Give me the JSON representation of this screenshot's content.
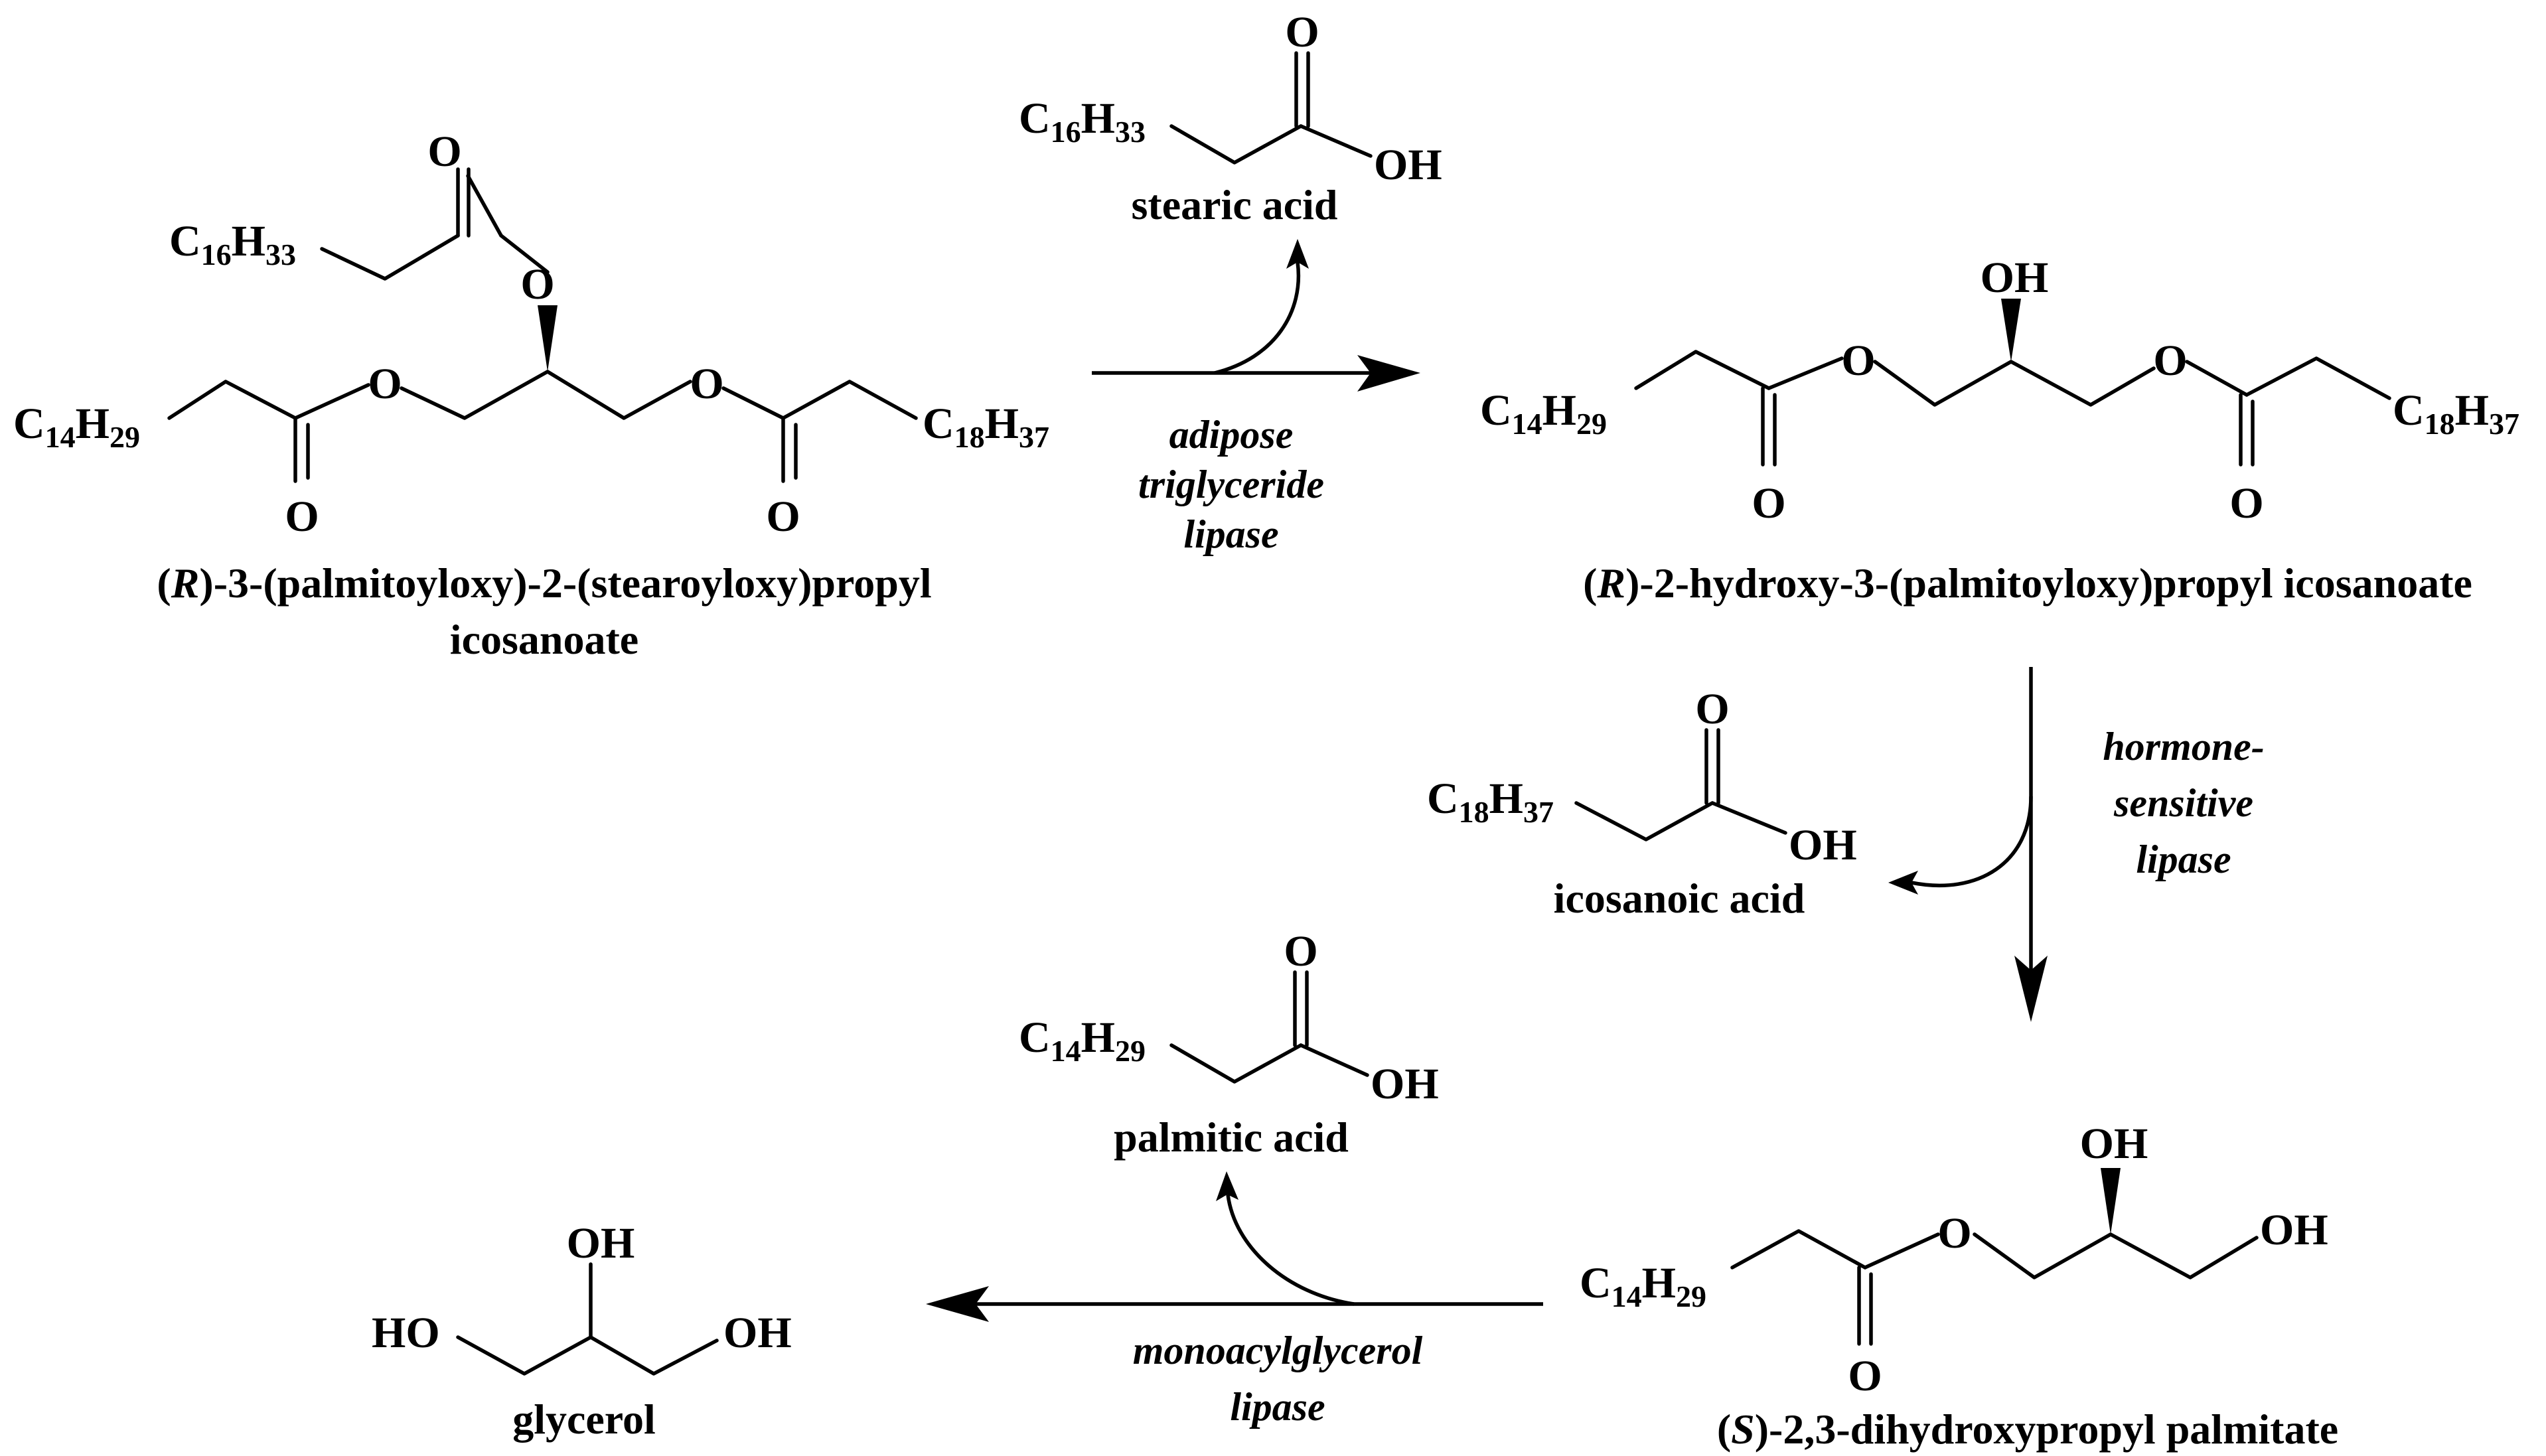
{
  "compounds": {
    "tg_name_line1_pre": "(",
    "tg_name_line1_stereo": "R",
    "tg_name_line1_post": ")-3-(palmitoyloxy)-2-(stearoyloxy)propyl",
    "tg_name_line2": "icosanoate",
    "dg_name_pre": "(",
    "dg_name_stereo": "R",
    "dg_name_post": ")-2-hydroxy-3-(palmitoyloxy)propyl icosanoate",
    "mg_name_pre": "(",
    "mg_name_stereo": "S",
    "mg_name_post": ")-2,3-dihydroxypropyl palmitate",
    "glycerol_name": "glycerol",
    "stearic_name": "stearic acid",
    "icosanoic_name": "icosanoic acid",
    "palmitic_name": "palmitic acid"
  },
  "enzymes": {
    "atgl_line1": "adipose",
    "atgl_line2": "triglyceride",
    "atgl_line3": "lipase",
    "hsl_line1": "hormone-",
    "hsl_line2": "sensitive",
    "hsl_line3": "lipase",
    "mgl_line1": "monoacylglycerol",
    "mgl_line2": "lipase"
  },
  "atoms": {
    "O": "O",
    "OH": "OH",
    "HO": "HO",
    "C": "C",
    "H": "H",
    "n14": "14",
    "n16": "16",
    "n18": "18",
    "n29": "29",
    "n33": "33",
    "n37": "37"
  }
}
